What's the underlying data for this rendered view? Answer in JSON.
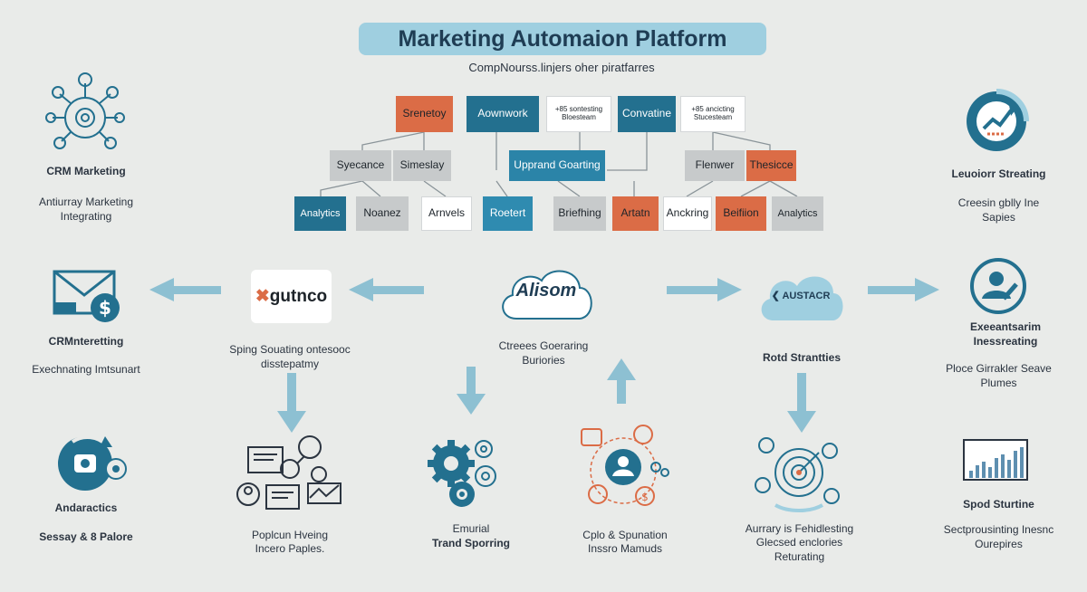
{
  "title": "Marketing Automaion Platform",
  "subtitle": "CompNourss.linjers oher piratfarres",
  "tree": {
    "top": [
      "Srenetoy",
      "Aownwork",
      "+85 sontesting Bloesteam",
      "Convatine",
      "+85 ancicting Stucesteam"
    ],
    "mid": [
      "Syecance",
      "Simeslay",
      "Upprand Goarting",
      "Flenwer",
      "Thesicce"
    ],
    "bottom": [
      "Analytics",
      "Noanez",
      "Arnvels",
      "Roetert",
      "Briefhing",
      "Artatn",
      "Anckring",
      "Beifiion",
      "Analytics"
    ]
  },
  "left_column": {
    "top": {
      "title": "CRM Marketing",
      "desc": "Antiurray Marketing Integrating"
    },
    "mid": {
      "title": "CRMnteretting",
      "desc": "Exechnating Imtsunart"
    },
    "bottom": {
      "title": "Andaractics",
      "desc": "Sessay & 8 Palore"
    }
  },
  "right_column": {
    "top": {
      "title": "Leuoiorr Streating",
      "desc": "Creesin gblly Ine Sapies"
    },
    "mid": {
      "title": "Exeeantsarim Inessreating",
      "desc": "Ploce Girrakler Seave Plumes"
    },
    "bottom": {
      "title": "Spod Sturtine",
      "desc": "Sectprousinting Inesnc Ourepires"
    }
  },
  "center_row": {
    "gutnco": {
      "logo": "gutnco",
      "desc": "Sping Souating ontesooc disstepatmy"
    },
    "alisom": {
      "logo": "Alisom",
      "desc": "Ctreees Goeraring Buriories"
    },
    "austacr": {
      "logo": "AUSTACR",
      "desc": "Rotd Strantties"
    }
  },
  "bottom_row": [
    {
      "title": "Poplcun Hveing",
      "desc": "Incero Paples."
    },
    {
      "title": "Emurial",
      "desc": "Trand Sporring"
    },
    {
      "title": "Cplo & Spunation",
      "desc": "Inssro Mamuds"
    },
    {
      "title": "Aurrary is Fehidlesting",
      "desc": "Glecsed enclories Returating"
    }
  ],
  "colors": {
    "orange": "#db6c46",
    "teal": "#23708f",
    "light_blue": "#9fcfe0",
    "background": "#e9ebe9",
    "arrow": "#8dc0d2"
  }
}
